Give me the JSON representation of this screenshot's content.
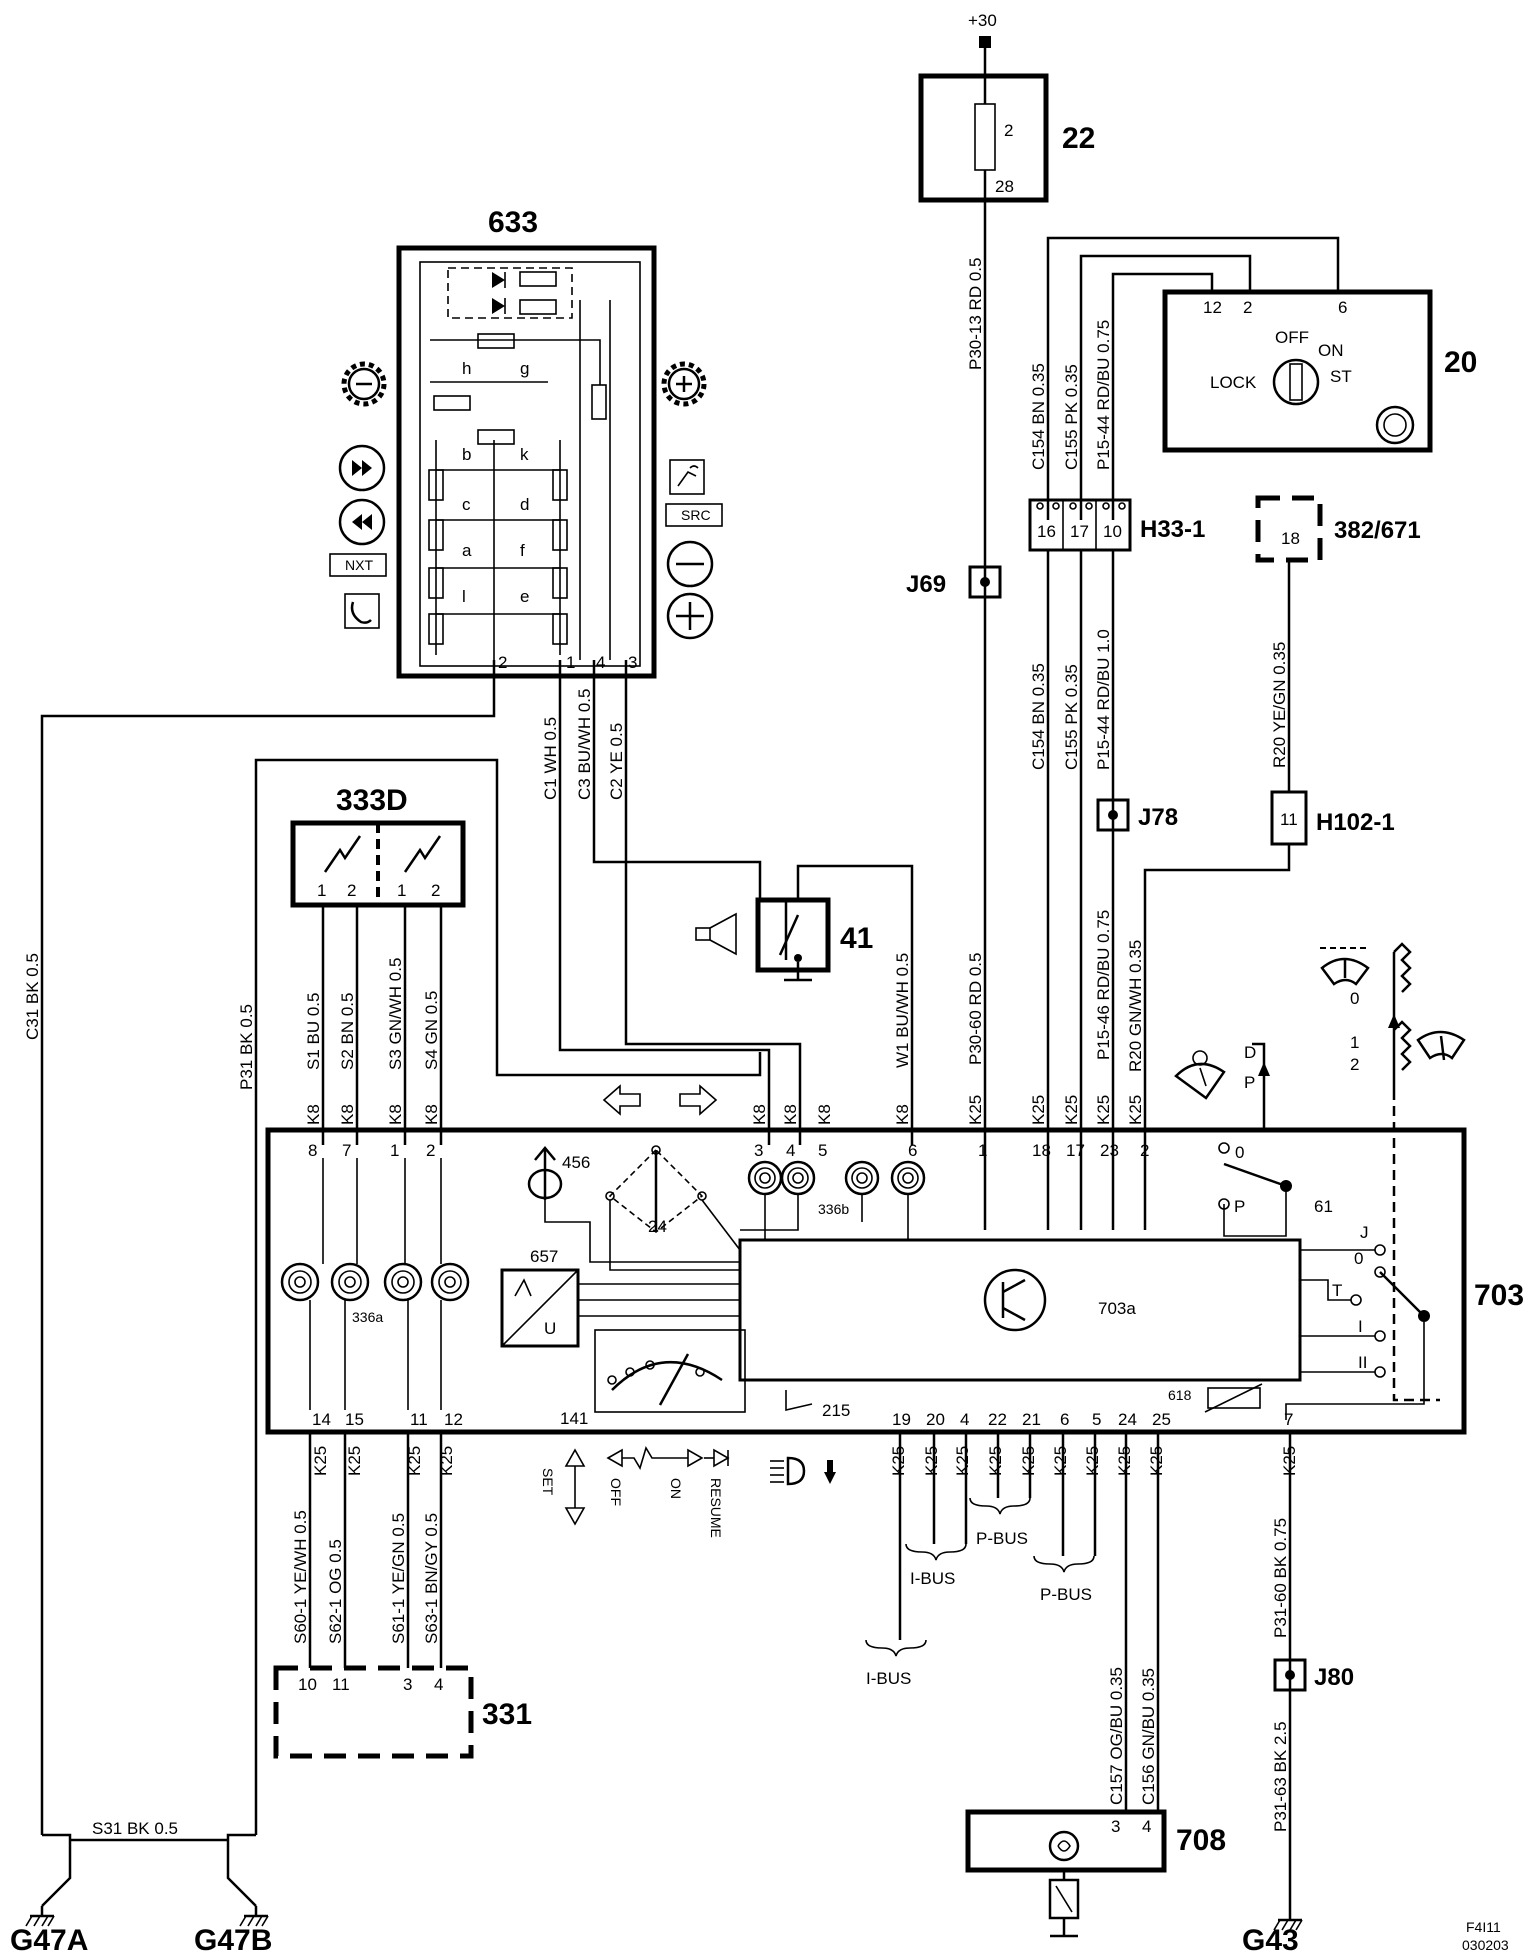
{
  "components": {
    "c633": "633",
    "c22": "22",
    "c20": "20",
    "c333d": "333D",
    "c41": "41",
    "c703": "703",
    "c703a": "703a",
    "c61": "61",
    "c331": "331",
    "c708": "708",
    "c456": "456",
    "c24": "24",
    "c657": "657",
    "c141": "141",
    "c215": "215",
    "c618": "618",
    "c336a": "336a",
    "c336b": "336b",
    "c382": "382/671",
    "h33": "H33-1",
    "h102": "H102-1",
    "j69": "J69",
    "j78": "J78",
    "j80": "J80"
  },
  "supply": "+30",
  "fuse": {
    "pin_top": "2",
    "pin_bottom": "28"
  },
  "ignition": {
    "pins": [
      "12",
      "2",
      "6"
    ],
    "off": "OFF",
    "on": "ON",
    "lock": "LOCK",
    "st": "ST"
  },
  "h33_pins": [
    "16",
    "17",
    "10"
  ],
  "h102_pin": "11",
  "c382_pin": "18",
  "switch_letters": [
    "h",
    "g",
    "b",
    "k",
    "c",
    "d",
    "a",
    "f",
    "l",
    "e"
  ],
  "c633_pins": [
    "2",
    "1",
    "4",
    "3"
  ],
  "c633_labels": {
    "nxt": "NXT",
    "src": "SRC"
  },
  "c333d_pins": [
    "1",
    "2",
    "1",
    "2"
  ],
  "wires": {
    "p30_13": "P30-13  RD  0.5",
    "c154a": "C154  BN  0.35",
    "c155a": "C155  PK  0.35",
    "p15_44a": "P15-44  RD/BU  0.75",
    "c154b": "C154  BN  0.35",
    "c155b": "C155  PK  0.35",
    "p15_44b": "P15-44  RD/BU  1.0",
    "r20a": "R20  YE/GN  0.35",
    "c1": "C1  WH  0.5",
    "c3": "C3  BU/WH  0.5",
    "c2": "C2  YE  0.5",
    "w1": "W1  BU/WH  0.5",
    "p30_60": "P30-60  RD  0.5",
    "p15_46": "P15-46  RD/BU  0.75",
    "r20b": "R20  GN/WH  0.35",
    "c31": "C31  BK  0.5",
    "p31": "P31  BK  0.5",
    "s1": "S1  BU  0.5",
    "s2": "S2  BN  0.5",
    "s3": "S3  GN/WH  0.5",
    "s4": "S4  GN  0.5",
    "s60": "S60-1  YE/WH  0.5",
    "s62": "S62-1  OG  0.5",
    "s61": "S61-1  YE/GN  0.5",
    "s63": "S63-1  BN/GY  0.5",
    "c157": "C157  OG/BU  0.35",
    "c156": "C156  GN/BU  0.35",
    "p31_60": "P31-60  BK  0.75",
    "p31_63": "P31-63  BK  2.5",
    "s31": "S31   BK   0.5"
  },
  "k8": "K8",
  "k25": "K25",
  "top_pins": [
    "8",
    "7",
    "1",
    "2",
    "3",
    "4",
    "5",
    "6",
    "1",
    "18",
    "17",
    "23",
    "2"
  ],
  "bottom_pins": [
    "14",
    "15",
    "11",
    "12",
    "19",
    "20",
    "4",
    "22",
    "21",
    "6",
    "5",
    "24",
    "25",
    "7"
  ],
  "bus": {
    "ibus1": "I-BUS",
    "pbus1": "P-BUS",
    "pbus2": "P-BUS",
    "ibus2": "I-BUS"
  },
  "switch_61": {
    "zero": "0",
    "p": "P"
  },
  "switch_703": {
    "j": "J",
    "zero": "0",
    "t": "T",
    "i": "I",
    "ii": "II"
  },
  "gauge": {
    "zero": "0",
    "one": "1",
    "two": "2",
    "d": "D",
    "p": "P"
  },
  "cruise": {
    "set": "SET",
    "off": "OFF",
    "on": "ON",
    "resume": "RESUME"
  },
  "c331_pins": [
    "10",
    "11",
    "3",
    "4"
  ],
  "c708_pins": [
    "3",
    "4"
  ],
  "grounds": {
    "g47a": "G47A",
    "g47b": "G47B",
    "g43": "G43"
  },
  "ref": {
    "code": "F4I11",
    "date": "030203"
  }
}
